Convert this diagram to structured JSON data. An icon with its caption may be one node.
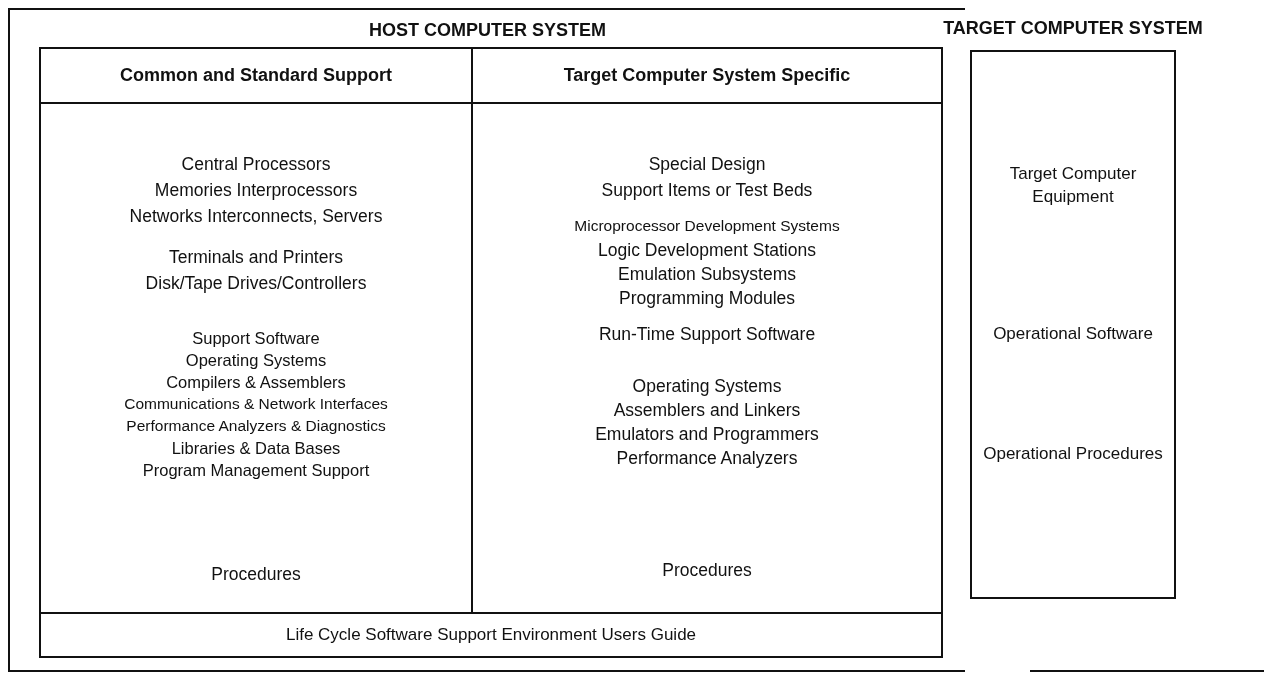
{
  "diagram": {
    "nodes": [
      {
        "text": [
          "HOST COMPUTER SYSTEM"
        ]
      },
      {
        "text": [
          "Common and Standard Support",
          "Central Processors",
          "Memories Interprocessors",
          "Networks Interconnects, Servers",
          "Terminals and Printers",
          "Disk/Tape Drives/Controllers",
          "Support Software",
          "Operating Systems",
          "Compilers & Assemblers",
          "Communications & Network Interfaces",
          "Performance Analyzers & Diagnostics",
          "Libraries & Data Bases",
          "Program Management Support",
          "Procedures"
        ],
        "in": 0
      },
      {
        "text": [
          "Target Computer System Specific",
          "Special Design",
          "Support Items or Test Beds",
          "Microprocessor Development Systems",
          "Logic Development Stations",
          "Emulation Subsystems",
          "Programming Modules",
          "Run-Time Support Software",
          "Operating Systems",
          "Assemblers and Linkers",
          "Emulators and Programmers",
          "Performance Analyzers",
          "Procedures"
        ],
        "in": 0
      },
      {
        "text": [
          "Life Cycle Software Support Environment Users Guide"
        ],
        "in": 0
      },
      {
        "text": [
          "TARGET COMPUTER SYSTEM",
          "Target Computer Equipment",
          "Operational Software",
          "Operational Procedures"
        ]
      }
    ]
  }
}
